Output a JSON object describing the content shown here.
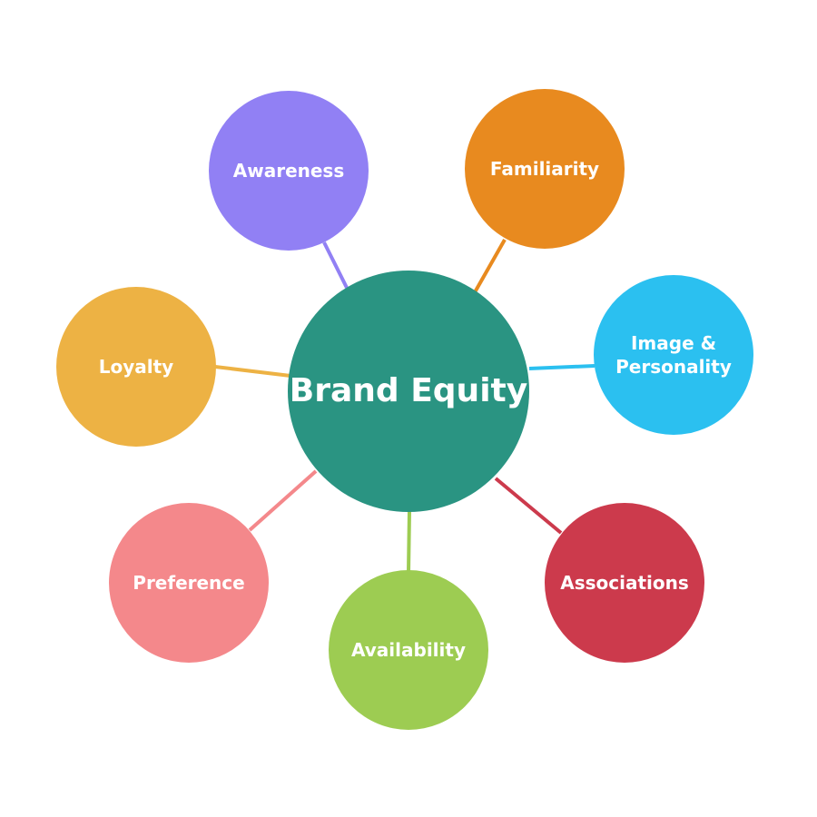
{
  "center": {
    "label": "Brand Equity",
    "color": "#2a9482"
  },
  "nodes": [
    {
      "id": "awareness",
      "label": "Awareness",
      "color": "#9180f4"
    },
    {
      "id": "familiarity",
      "label": "Familiarity",
      "color": "#e88a1f"
    },
    {
      "id": "image",
      "label": "Image & Personality",
      "color": "#2bc0f0"
    },
    {
      "id": "associations",
      "label": "Associations",
      "color": "#cc3a4c"
    },
    {
      "id": "availability",
      "label": "Availability",
      "color": "#9dcc52"
    },
    {
      "id": "preference",
      "label": "Preference",
      "color": "#f4888b"
    },
    {
      "id": "loyalty",
      "label": "Loyalty",
      "color": "#edb244"
    }
  ]
}
